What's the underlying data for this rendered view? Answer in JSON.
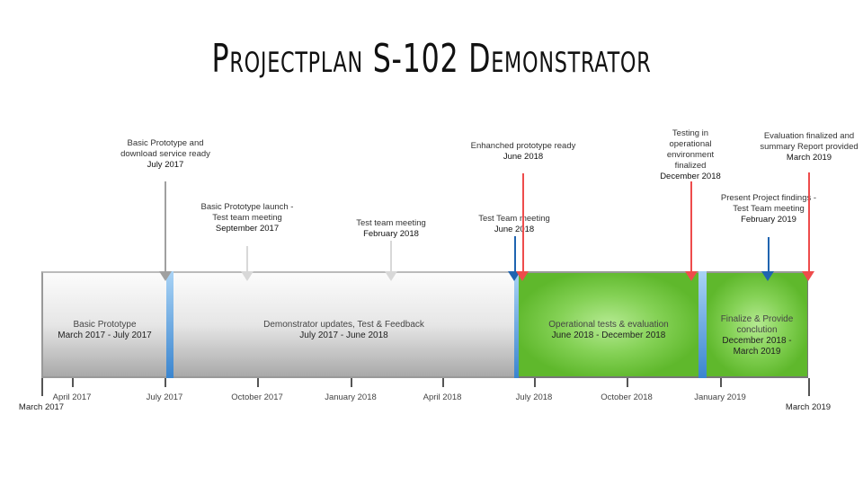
{
  "title": "Projectplan S-102 Demonstrator",
  "phases": [
    {
      "name": "Basic Prototype",
      "dates": "March 2017 - July 2017"
    },
    {
      "name": "Demonstrator updates, Test & Feedback",
      "dates": "July 2017 - June 2018"
    },
    {
      "name": "Operational tests & evaluation",
      "dates": "June 2018 - December 2018"
    },
    {
      "name": "Finalize & Provide conclution",
      "dates": "December 2018 - March 2019"
    }
  ],
  "milestones": [
    {
      "text": "Basic Prototype and download service ready",
      "date": "July 2017",
      "color": "#a0a0a0"
    },
    {
      "text": "Basic Prototype launch - Test team meeting",
      "date": "September 2017",
      "color": "#d8d8d8"
    },
    {
      "text": "Test team meeting",
      "date": "February 2018",
      "color": "#d8d8d8"
    },
    {
      "text": "Test Team meeting",
      "date": "June 2018",
      "color": "#1f64b0"
    },
    {
      "text": "Enhanched prototype ready",
      "date": "June 2018",
      "color": "#ee4c4c"
    },
    {
      "text": "Testing in operational environment finalized",
      "date": "December 2018",
      "color": "#ee4c4c"
    },
    {
      "text": "Present Project findings - Test Team meeting",
      "date": "February 2019",
      "color": "#1f64b0"
    },
    {
      "text": "Evaluation finalized and summary Report provided",
      "date": "March 2019",
      "color": "#ee4c4c"
    }
  ],
  "axis": [
    "March 2017",
    "April 2017",
    "July 2017",
    "October 2017",
    "January 2018",
    "April 2018",
    "July 2018",
    "October 2018",
    "January 2019",
    "March 2019"
  ]
}
